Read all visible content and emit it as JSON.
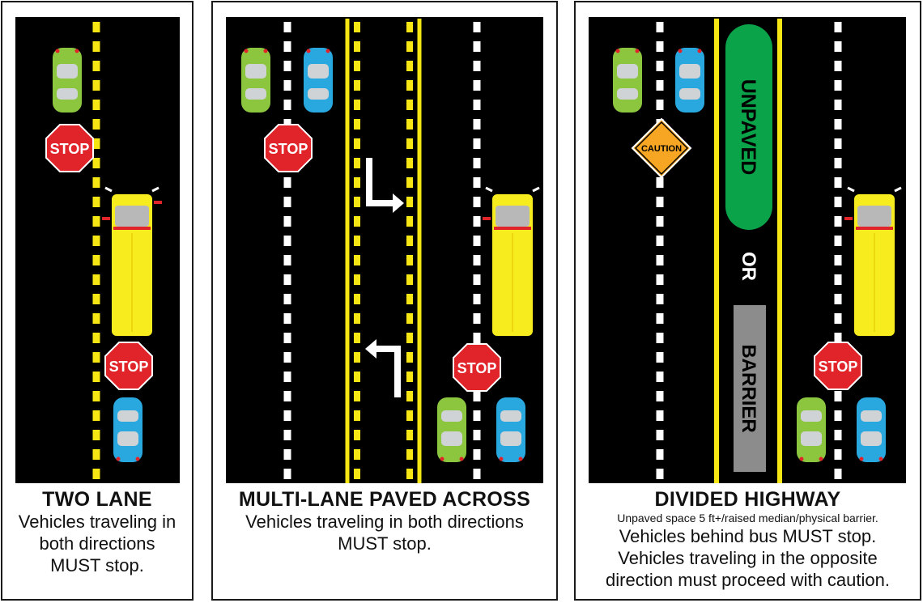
{
  "panels": [
    {
      "title": "TWO LANE",
      "lines": [
        "Vehicles traveling in",
        "both directions",
        "MUST stop."
      ],
      "signs": [
        "STOP",
        "STOP"
      ]
    },
    {
      "title": "MULTI-LANE PAVED ACROSS",
      "lines": [
        "Vehicles traveling in both directions",
        "MUST stop."
      ],
      "signs": [
        "STOP",
        "STOP"
      ]
    },
    {
      "title": "DIVIDED HIGHWAY",
      "note": "Unpaved space 5 ft+/raised median/physical barrier.",
      "lines": [
        "Vehicles behind bus MUST stop.",
        "Vehicles traveling in the opposite",
        "direction must proceed with caution."
      ],
      "signs": [
        "CAUTION",
        "STOP"
      ],
      "median": {
        "top": "UNPAVED",
        "or": "OR",
        "bottom": "BARRIER"
      }
    }
  ],
  "colors": {
    "road": "#000000",
    "yellow_line": "#f5e614",
    "white_line": "#ffffff",
    "stop_sign": "#e1242a",
    "caution_sign": "#f6a623",
    "car_green": "#8cc63f",
    "car_blue": "#29a8e0",
    "bus": "#f7ec1e",
    "unpaved": "#0aa34a",
    "barrier": "#8c8c8c"
  }
}
